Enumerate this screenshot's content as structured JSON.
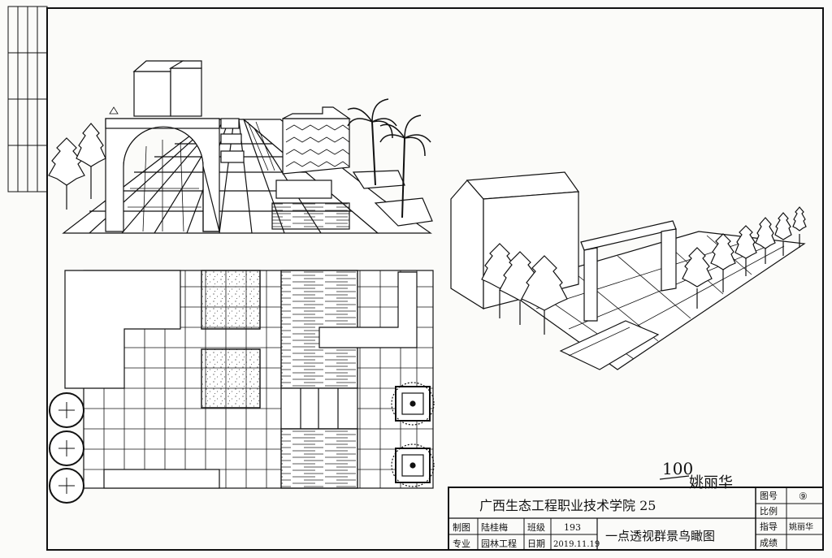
{
  "title_block": {
    "school": "广西生态工程职业技术学院 25",
    "drawn_by_label": "制图",
    "drawn_by": "陆桂梅",
    "class_label": "班级",
    "class_value": "193",
    "major_label": "专业",
    "major_value": "园林工程",
    "date_label": "日期",
    "date_value": "2019.11.19",
    "drawing_title": "一点透视群景鸟瞰图",
    "sheet_no_label": "图号",
    "sheet_no_value": "⑨",
    "scale_label": "比例",
    "instructor_label": "指导",
    "instructor_value": "姚丽华",
    "grade_label": "成绩"
  },
  "grading": {
    "score": "100",
    "signature": "姚丽华"
  },
  "colors": {
    "ink": "#111111",
    "paper": "#fbfbf9"
  }
}
